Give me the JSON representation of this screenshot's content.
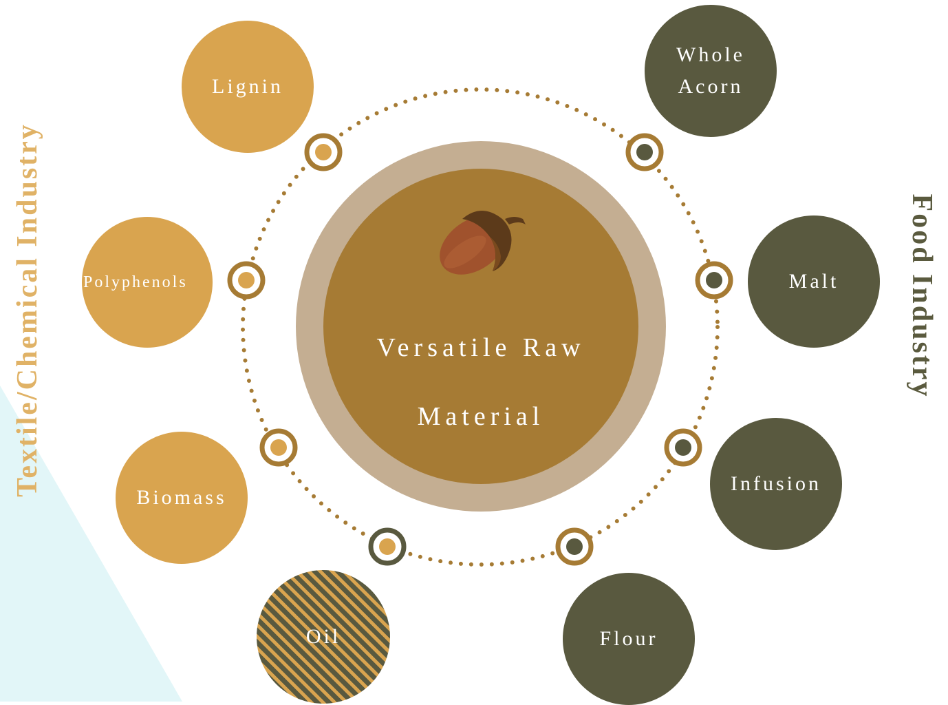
{
  "center": {
    "title_line1": "Versatile Raw",
    "title_line2": "Material",
    "icon": "acorn-icon"
  },
  "sides": {
    "left": "Textile/Chemical Industry",
    "right": "Food Industry"
  },
  "textile_nodes": [
    {
      "label": "Lignin"
    },
    {
      "label": "Polyphenols"
    },
    {
      "label": "Biomass"
    },
    {
      "label": "Oil"
    }
  ],
  "food_nodes": [
    {
      "label_line1": "Whole",
      "label_line2": "Acorn"
    },
    {
      "label": "Malt"
    },
    {
      "label": "Infusion"
    },
    {
      "label": "Flour"
    }
  ],
  "colors": {
    "textile": "#d9a44f",
    "food": "#59593f",
    "connector_ring": "#a67b34",
    "center_fill": "#a67b34",
    "center_ring": "#c4ae92",
    "dotted_circle": "#a67b34",
    "corner_background": "#e2f6f8"
  }
}
